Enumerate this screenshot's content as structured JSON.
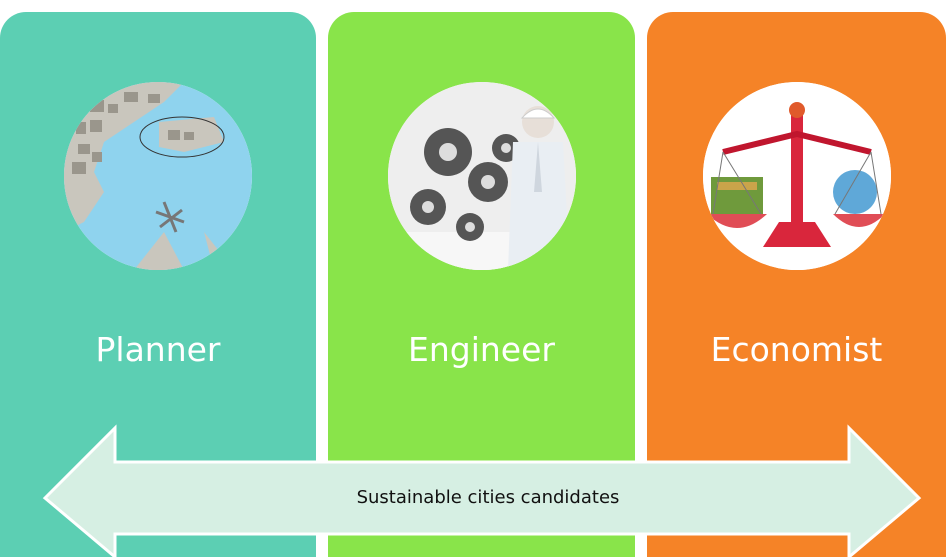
{
  "colors": {
    "planner": "#5ccfb3",
    "engineer": "#89e44a",
    "economist": "#f58327",
    "arrow_fill": "#d6efe3",
    "arrow_stroke": "#ffffff"
  },
  "panels": [
    {
      "label": "Planner",
      "image": "city-map-image"
    },
    {
      "label": "Engineer",
      "image": "engineer-gears-image"
    },
    {
      "label": "Economist",
      "image": "balance-scale-image"
    }
  ],
  "arrow": {
    "label": "Sustainable cities candidates",
    "direction": "bidirectional"
  }
}
